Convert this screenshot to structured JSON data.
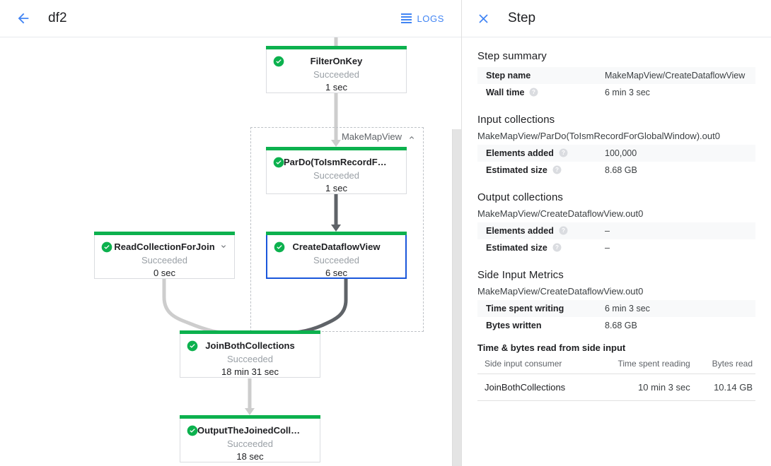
{
  "topbar": {
    "back_icon": "arrow-left-icon",
    "job_name": "df2",
    "logs_label": "LOGS",
    "accent": "#4285f4"
  },
  "graph": {
    "group": {
      "label": "MakeMapView",
      "collapse_icon": "chevron-up-icon"
    },
    "status_color": "#0cb14e",
    "selected_color": "#1a56db",
    "nodes": [
      {
        "id": "filter-on-key",
        "name": "FilterOnKey",
        "status": "Succeeded",
        "time": "1 sec",
        "selected": false,
        "has_chevron": false
      },
      {
        "id": "pardo-toismrecordfor",
        "name": "ParDo(ToIsmRecordFor…",
        "status": "Succeeded",
        "time": "1 sec",
        "selected": false,
        "has_chevron": false
      },
      {
        "id": "create-dataflow-view",
        "name": "CreateDataflowView",
        "status": "Succeeded",
        "time": "6 sec",
        "selected": true,
        "has_chevron": false
      },
      {
        "id": "read-collection-for-join",
        "name": "ReadCollectionForJoin",
        "status": "Succeeded",
        "time": "0 sec",
        "selected": false,
        "has_chevron": true
      },
      {
        "id": "join-both-collections",
        "name": "JoinBothCollections",
        "status": "Succeeded",
        "time": "18 min 31 sec",
        "selected": false,
        "has_chevron": false
      },
      {
        "id": "output-the-joined-collection",
        "name": "OutputTheJoinedCollec…",
        "status": "Succeeded",
        "time": "18 sec",
        "selected": false,
        "has_chevron": false
      }
    ]
  },
  "details": {
    "close_icon": "close-icon",
    "title": "Step",
    "step_summary": {
      "heading": "Step summary",
      "rows": [
        {
          "key": "Step name",
          "value": "MakeMapView/CreateDataflowView",
          "help": false
        },
        {
          "key": "Wall time",
          "value": "6 min 3 sec",
          "help": true
        }
      ]
    },
    "input_collections": {
      "heading": "Input collections",
      "collection": "MakeMapView/ParDo(ToIsmRecordForGlobalWindow).out0",
      "rows": [
        {
          "key": "Elements added",
          "value": "100,000",
          "help": true
        },
        {
          "key": "Estimated size",
          "value": "8.68 GB",
          "help": true
        }
      ]
    },
    "output_collections": {
      "heading": "Output collections",
      "collection": "MakeMapView/CreateDataflowView.out0",
      "rows": [
        {
          "key": "Elements added",
          "value": "–",
          "help": true
        },
        {
          "key": "Estimated size",
          "value": "–",
          "help": true
        }
      ]
    },
    "side_input_metrics": {
      "heading": "Side Input Metrics",
      "collection": "MakeMapView/CreateDataflowView.out0",
      "rows": [
        {
          "key": "Time spent writing",
          "value": "6 min 3 sec",
          "help": false
        },
        {
          "key": "Bytes written",
          "value": "8.68 GB",
          "help": false
        }
      ]
    },
    "side_input_table": {
      "heading": "Time & bytes read from side input",
      "columns": [
        "Side input consumer",
        "Time spent reading",
        "Bytes read"
      ],
      "rows": [
        {
          "consumer": "JoinBothCollections",
          "time": "10 min 3 sec",
          "bytes": "10.14 GB"
        }
      ]
    }
  }
}
